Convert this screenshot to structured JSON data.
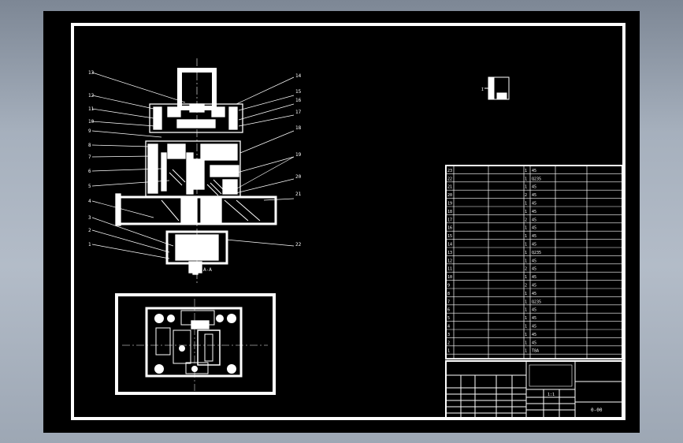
{
  "callouts_left": [
    "13",
    "12",
    "11",
    "10",
    "9",
    "8",
    "7",
    "6",
    "5",
    "4",
    "3",
    "2",
    "1"
  ],
  "callouts_right": [
    "14",
    "15",
    "16",
    "17",
    "18",
    "19",
    "20",
    "21",
    "22"
  ],
  "section_label": "A-A",
  "detail_label": "I",
  "parts_table": {
    "rows": [
      {
        "no": "23",
        "code": "",
        "name": "",
        "qty": "1",
        "note": "45"
      },
      {
        "no": "22",
        "code": "",
        "name": "",
        "qty": "1",
        "note": "Q235"
      },
      {
        "no": "21",
        "code": "",
        "name": "",
        "qty": "1",
        "note": "45"
      },
      {
        "no": "20",
        "code": "",
        "name": "",
        "qty": "2",
        "note": "45"
      },
      {
        "no": "19",
        "code": "",
        "name": "",
        "qty": "1",
        "note": "45"
      },
      {
        "no": "18",
        "code": "",
        "name": "",
        "qty": "1",
        "note": "45"
      },
      {
        "no": "17",
        "code": "",
        "name": "",
        "qty": "2",
        "note": "45"
      },
      {
        "no": "16",
        "code": "",
        "name": "",
        "qty": "1",
        "note": "45"
      },
      {
        "no": "15",
        "code": "",
        "name": "",
        "qty": "1",
        "note": "45"
      },
      {
        "no": "14",
        "code": "",
        "name": "",
        "qty": "1",
        "note": "45"
      },
      {
        "no": "13",
        "code": "",
        "name": "",
        "qty": "1",
        "note": "Q235"
      },
      {
        "no": "12",
        "code": "",
        "name": "",
        "qty": "1",
        "note": "45"
      },
      {
        "no": "11",
        "code": "",
        "name": "",
        "qty": "2",
        "note": "45"
      },
      {
        "no": "10",
        "code": "",
        "name": "",
        "qty": "1",
        "note": "45"
      },
      {
        "no": "9",
        "code": "",
        "name": "",
        "qty": "2",
        "note": "45"
      },
      {
        "no": "8",
        "code": "",
        "name": "",
        "qty": "1",
        "note": "45"
      },
      {
        "no": "7",
        "code": "",
        "name": "",
        "qty": "1",
        "note": "Q235"
      },
      {
        "no": "6",
        "code": "",
        "name": "",
        "qty": "1",
        "note": "45"
      },
      {
        "no": "5",
        "code": "",
        "name": "",
        "qty": "1",
        "note": "45"
      },
      {
        "no": "4",
        "code": "",
        "name": "",
        "qty": "1",
        "note": "45"
      },
      {
        "no": "3",
        "code": "",
        "name": "",
        "qty": "1",
        "note": "45"
      },
      {
        "no": "2",
        "code": "",
        "name": "",
        "qty": "1",
        "note": "45"
      },
      {
        "no": "1",
        "code": "",
        "name": "",
        "qty": "1",
        "note": "T8A"
      }
    ]
  },
  "title_block": {
    "drawing_no": "0-00",
    "scale": "1:1"
  },
  "colors": {
    "line": "#ffffff",
    "background": "#000000",
    "frame": "#000000"
  }
}
